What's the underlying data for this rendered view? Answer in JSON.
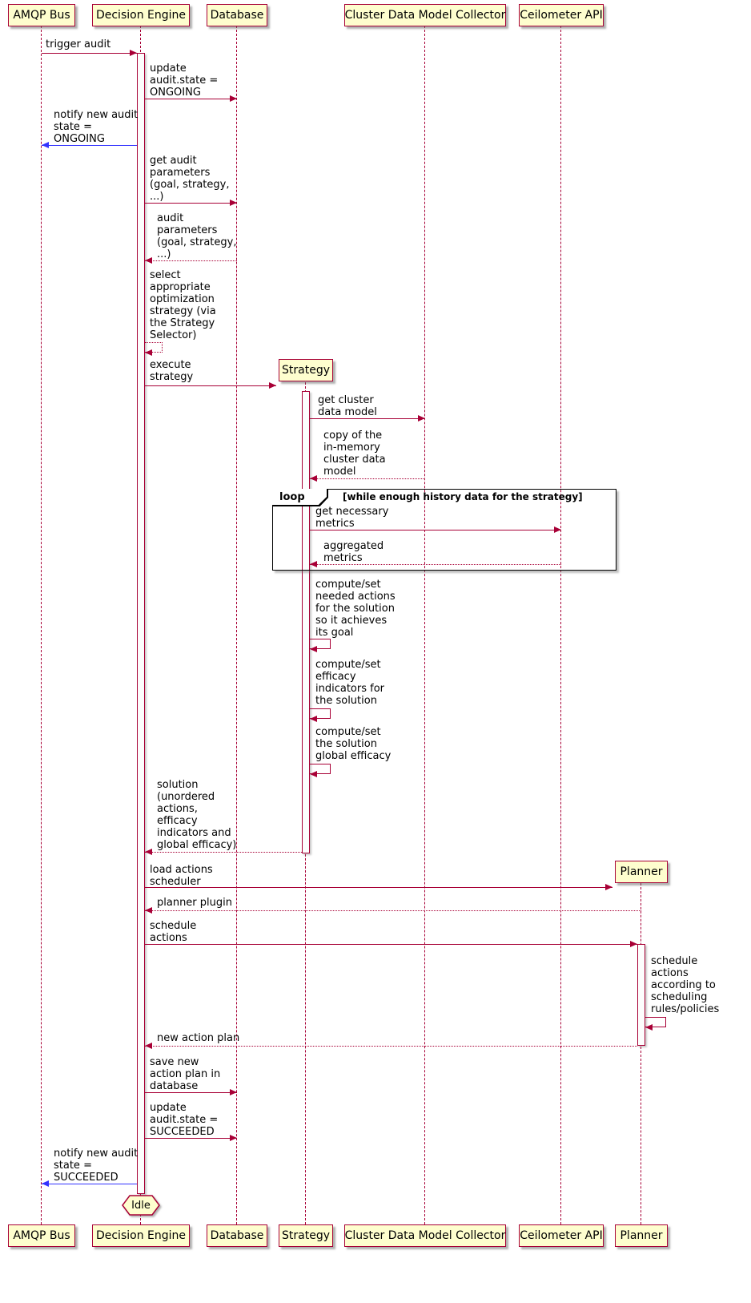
{
  "participants": {
    "amqp": "AMQP Bus",
    "engine": "Decision Engine",
    "db": "Database",
    "strategy": "Strategy",
    "cdmc": "Cluster Data Model Collector",
    "ceilometer": "Ceilometer API",
    "planner": "Planner"
  },
  "messages": {
    "trigger_audit": "trigger audit",
    "update_state_ongoing": "update\naudit.state =\nONGOING",
    "notify_ongoing": "notify new audit\nstate =\nONGOING",
    "get_audit_parameters": "get audit\nparameters\n(goal, strategy,\n...)",
    "audit_parameters": "audit\nparameters\n(goal, strategy,\n...)",
    "select_strategy": "select\nappropriate\noptimization\nstrategy (via\nthe Strategy\nSelector)",
    "execute_strategy": "execute\nstrategy",
    "get_cluster_data_model": "get cluster\ndata model",
    "copy_cluster_data_model": "copy of the\nin-memory\ncluster data\nmodel",
    "get_necessary_metrics": "get necessary\nmetrics",
    "aggregated_metrics": "aggregated\nmetrics",
    "compute_needed_actions": "compute/set\nneeded actions\nfor the solution\nso it achieves\nits goal",
    "compute_efficacy_indicators": "compute/set\nefficacy\nindicators for\nthe solution",
    "compute_global_efficacy": "compute/set\nthe solution\nglobal efficacy",
    "solution": "solution\n(unordered\nactions,\nefficacy\nindicators and\nglobal efficacy)",
    "load_actions_scheduler": "load actions\nscheduler",
    "planner_plugin": "planner plugin",
    "schedule_actions": "schedule\nactions",
    "schedule_according_rules": "schedule\nactions\naccording to\nscheduling\nrules/policies",
    "new_action_plan": "new action plan",
    "save_action_plan": "save new\naction plan in\ndatabase",
    "update_state_succeeded": "update\naudit.state =\nSUCCEEDED",
    "notify_succeeded": "notify new audit\nstate =\nSUCCEEDED"
  },
  "loop": {
    "label": "loop",
    "condition": "[while enough history data for the strategy]"
  },
  "end_state": "Idle",
  "colors": {
    "participant_fill": "#FEFECE",
    "participant_border": "#A80036",
    "lifeline": "#A80036",
    "arrow": "#A80036",
    "notify_arrow": "#3333FF",
    "frame_border": "#000000"
  }
}
